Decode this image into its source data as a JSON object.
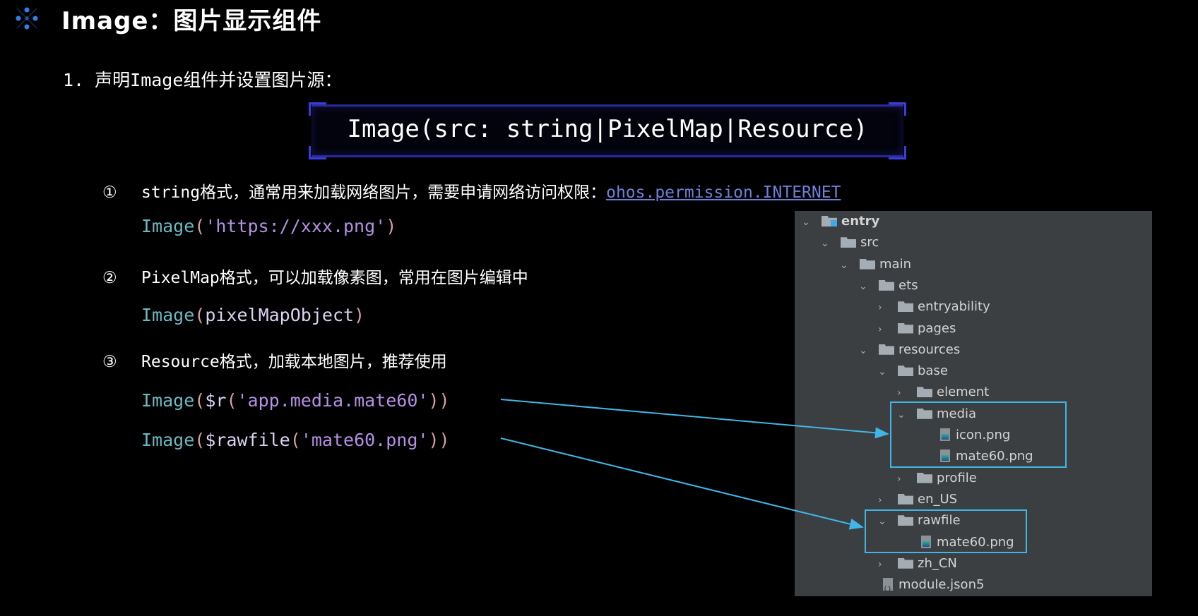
{
  "title": "Image：图片显示组件",
  "step1": "1. 声明Image组件并设置图片源：",
  "signature": "Image(src: string|PixelMap|Resource)",
  "items": [
    {
      "num": "①",
      "text": "string格式，通常用来加载网络图片，需要申请网络访问权限：",
      "link": "ohos.permission.INTERNET",
      "code": {
        "fn": "Image",
        "open": "(",
        "arg": "'https://xxx.png'",
        "close": ")"
      }
    },
    {
      "num": "②",
      "text": "PixelMap格式，可以加载像素图，常用在图片编辑中",
      "code": {
        "fn": "Image",
        "open": "(",
        "arg": "pixelMapObject",
        "close": ")"
      }
    },
    {
      "num": "③",
      "text": "Resource格式，加载本地图片，推荐使用"
    }
  ],
  "resource_code": [
    {
      "fn": "Image",
      "open": "(",
      "call": "$r",
      "open2": "(",
      "arg": "'app.media.mate60'",
      "close": "))"
    },
    {
      "fn": "Image",
      "open": "(",
      "call": "$rawfile",
      "open2": "(",
      "arg": "'mate60.png'",
      "close": "))"
    }
  ],
  "tree": [
    {
      "label": "entry",
      "level": 0,
      "type": "module",
      "state": "open"
    },
    {
      "label": "src",
      "level": 1,
      "type": "folder",
      "state": "open"
    },
    {
      "label": "main",
      "level": 2,
      "type": "folder",
      "state": "open"
    },
    {
      "label": "ets",
      "level": 3,
      "type": "folder",
      "state": "open"
    },
    {
      "label": "entryability",
      "level": 4,
      "type": "folder",
      "state": "closed"
    },
    {
      "label": "pages",
      "level": 4,
      "type": "folder",
      "state": "closed"
    },
    {
      "label": "resources",
      "level": 3,
      "type": "folder",
      "state": "open"
    },
    {
      "label": "base",
      "level": 4,
      "type": "folder",
      "state": "open"
    },
    {
      "label": "element",
      "level": 5,
      "type": "folder",
      "state": "closed"
    },
    {
      "label": "media",
      "level": 5,
      "type": "folder",
      "state": "open"
    },
    {
      "label": "icon.png",
      "level": 6,
      "type": "image"
    },
    {
      "label": "mate60.png",
      "level": 6,
      "type": "image"
    },
    {
      "label": "profile",
      "level": 5,
      "type": "folder",
      "state": "closed"
    },
    {
      "label": "en_US",
      "level": 4,
      "type": "folder",
      "state": "closed"
    },
    {
      "label": "rawfile",
      "level": 4,
      "type": "folder",
      "state": "open"
    },
    {
      "label": "mate60.png",
      "level": 5,
      "type": "image"
    },
    {
      "label": "zh_CN",
      "level": 4,
      "type": "folder",
      "state": "closed"
    },
    {
      "label": "module.json5",
      "level": 3,
      "type": "json"
    }
  ],
  "colors": {
    "highlight": "#41b6e6",
    "keyword": "#6cb9c2",
    "string": "#b690e6",
    "link": "#6f7fd8"
  }
}
